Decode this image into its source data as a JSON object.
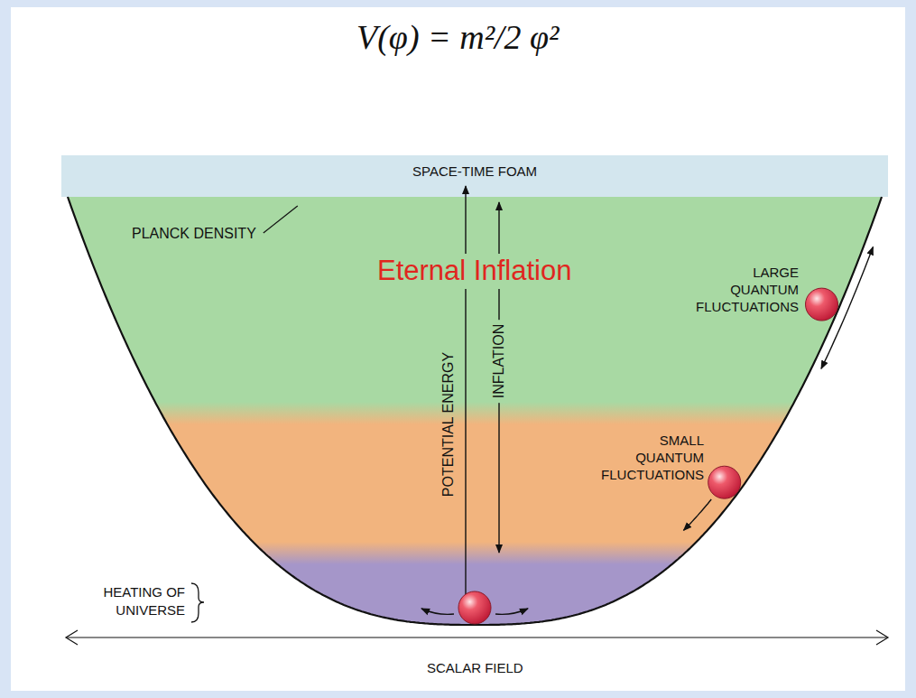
{
  "diagram": {
    "title": "V(φ) = m²/2 φ²",
    "labels": [
      "SPACE-TIME FOAM",
      "PLANCK DENSITY",
      "Eternal Inflation",
      "LARGE QUANTUM FLUCTUATIONS",
      "POTENTIAL ENERGY",
      "INFLATION",
      "SMALL QUANTUM FLUCTUATIONS",
      "HEATING OF UNIVERSE",
      "SCALAR FIELD"
    ]
  }
}
